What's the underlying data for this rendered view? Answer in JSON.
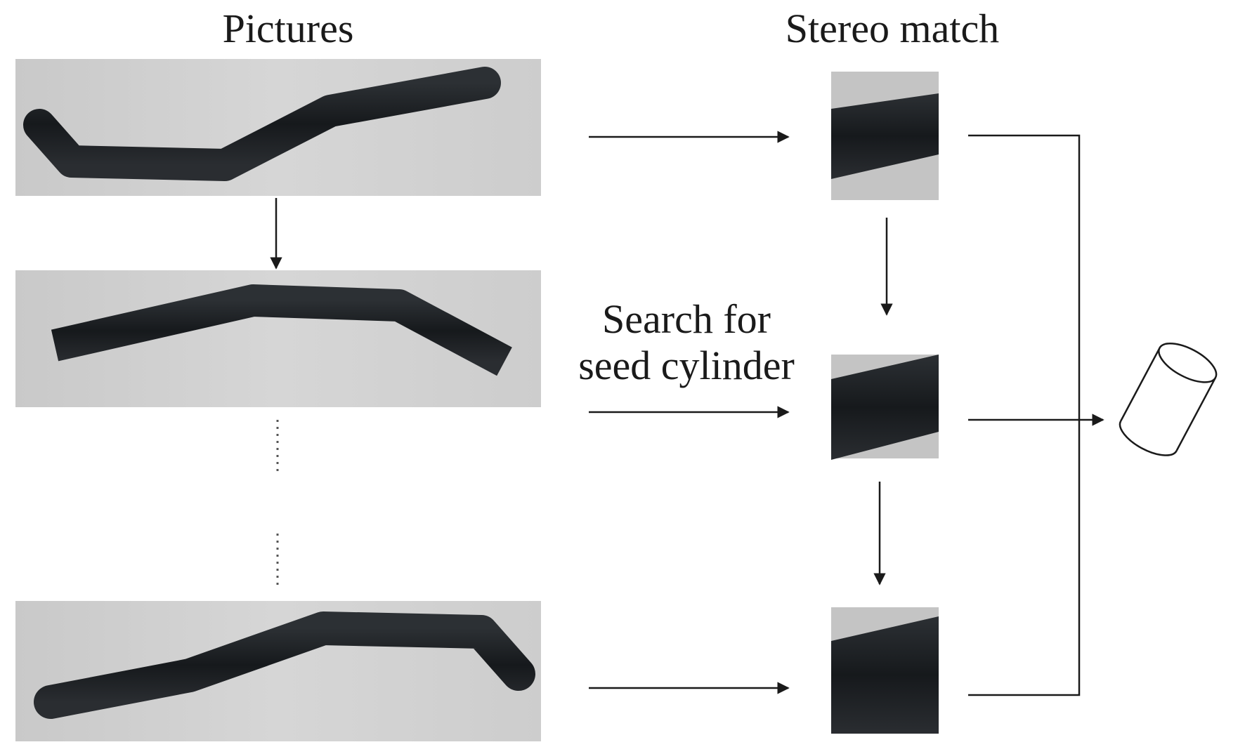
{
  "labels": {
    "pictures": "Pictures",
    "stereo_match": "Stereo match",
    "search_line1": "Search for",
    "search_line2": "seed cylinder"
  },
  "colors": {
    "background": "#ffffff",
    "photo_background": "#cfcfcf",
    "tube": "#1f2226",
    "crop_light": "#c4c4c4",
    "line": "#1a1a1a"
  },
  "icons": {
    "result": "cylinder-icon"
  }
}
